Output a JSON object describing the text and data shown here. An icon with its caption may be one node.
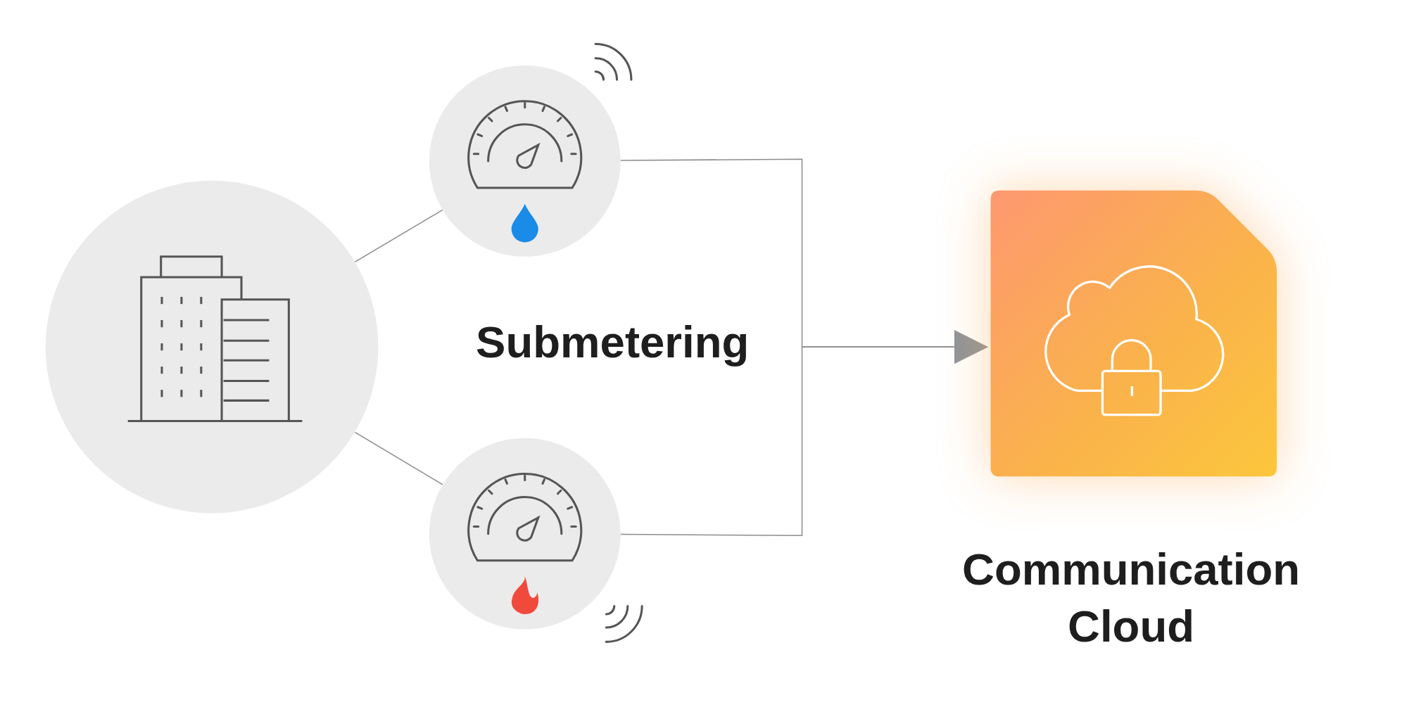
{
  "diagram": {
    "nodes": [
      {
        "text": [],
        "shape": "circle"
      },
      {
        "text": [],
        "shape": "circle"
      },
      {
        "text": [],
        "shape": "circle"
      },
      {
        "text": [
          "Communication Cloud"
        ]
      }
    ],
    "edges": [
      {
        "from": 0,
        "to": 1,
        "arrow": "none"
      },
      {
        "from": 0,
        "to": 2,
        "arrow": "none"
      },
      {
        "from": 1,
        "to": 3,
        "arrow": "to"
      },
      {
        "from": 2,
        "to": 3,
        "arrow": "to"
      }
    ],
    "labels": [
      "Submetering"
    ]
  }
}
